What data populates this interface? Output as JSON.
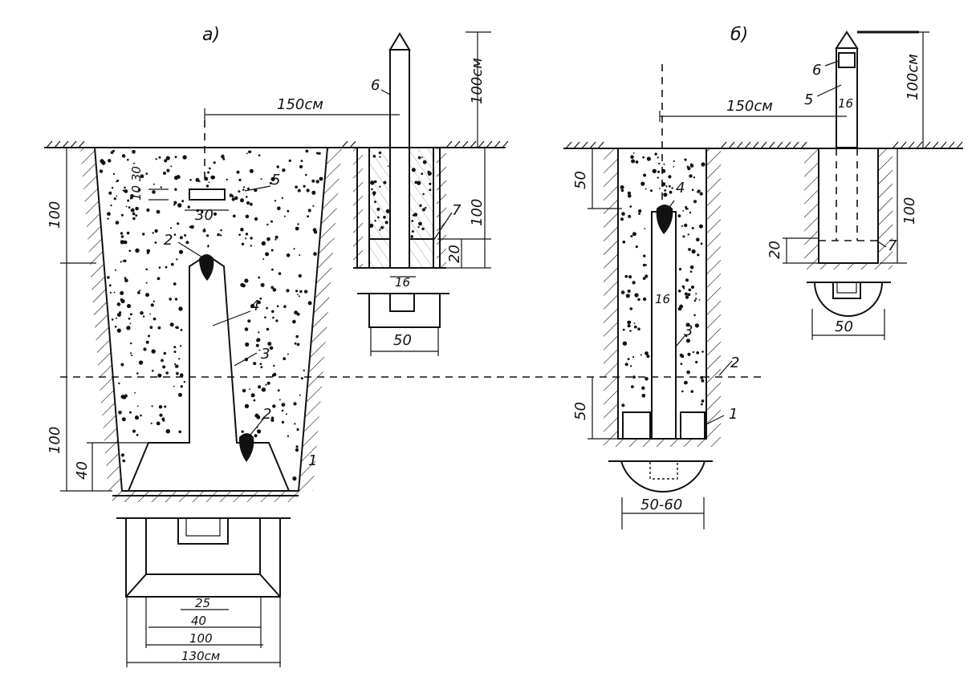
{
  "figure_a": {
    "panel_label": "a)",
    "dim_150": "150см",
    "dim_100_top": "100см",
    "dim_100_upper": "100",
    "dim_100_lower": "100",
    "dim_40": "40",
    "dim_10_30": "10 30",
    "dim_30": "30",
    "dim_100_right": "100",
    "dim_20": "20",
    "dim_16": "16",
    "dim_50": "50",
    "dim_25": "25",
    "dim_40b": "40",
    "dim_100b": "100",
    "dim_130": "130см",
    "callouts": {
      "n1": "1",
      "n2a": "2",
      "n2b": "2",
      "n3": "3",
      "n4": "4",
      "n5": "5",
      "n6": "6",
      "n7": "7"
    }
  },
  "figure_b": {
    "panel_label": "б)",
    "dim_150": "150см",
    "dim_100_top": "100см",
    "dim_50_upper": "50",
    "dim_50_lower": "50",
    "dim_16_col": "16",
    "dim_16_post": "16",
    "dim_100_right": "100",
    "dim_20": "20",
    "dim_50_foot": "50",
    "dim_50_60": "50-60",
    "callouts": {
      "n1": "1",
      "n2": "2",
      "n3": "3",
      "n4": "4",
      "n5": "5",
      "n6": "6",
      "n7": "7"
    }
  }
}
